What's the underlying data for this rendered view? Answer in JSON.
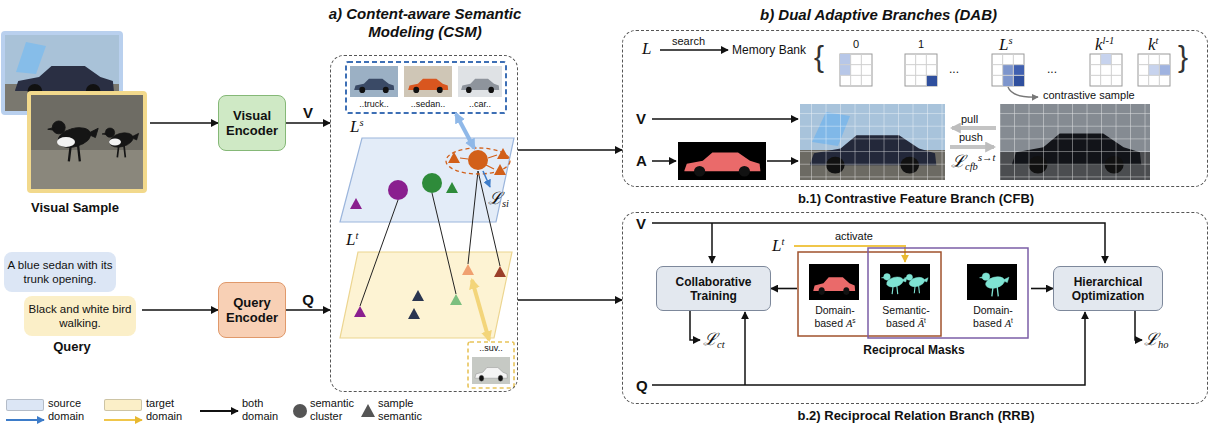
{
  "diagram": {
    "nodes": [
      {
        "text": [
          "Visual Sample"
        ]
      },
      {
        "text": [
          "Visual Encoder"
        ]
      },
      {
        "text": [
          "Query"
        ]
      },
      {
        "text": [
          "A blue sedan with its trunk opening."
        ],
        "in": 2
      },
      {
        "text": [
          "Black and white bird walking."
        ],
        "in": 2
      },
      {
        "text": [
          "Query Encoder"
        ]
      },
      {
        "text": [
          "a) Content-aware Semantic Modeling (CSM)"
        ]
      },
      {
        "text": [
          "b.1) Contrastive Feature Branch (CFB)"
        ]
      },
      {
        "text": [
          "b.2) Reciprocal Relation Branch (RRB)"
        ]
      },
      {
        "text": [
          "Collaborative Training"
        ],
        "in": 8
      },
      {
        "text": [
          "Reciprocal Masks"
        ],
        "in": 8
      },
      {
        "text": [
          "Domain-based As"
        ],
        "in": 10
      },
      {
        "text": [
          "Semantic-based Āt"
        ],
        "in": 10
      },
      {
        "text": [
          "Domain-based At"
        ],
        "in": 10
      },
      {
        "text": [
          "Hierarchical Optimization"
        ],
        "in": 8
      }
    ],
    "edges": [
      {
        "from": 0,
        "to": 1,
        "arrow": "to"
      },
      {
        "from": 1,
        "to": 6,
        "label": "V",
        "arrow": "to"
      },
      {
        "from": 2,
        "to": 5,
        "arrow": "to"
      },
      {
        "from": 5,
        "to": 6,
        "label": "Q",
        "arrow": "to"
      },
      {
        "from": 6,
        "to": 7,
        "arrow": "to"
      },
      {
        "from": 6,
        "to": 8,
        "arrow": "to"
      },
      {
        "from": 10,
        "to": 9,
        "arrow": "to"
      },
      {
        "from": 10,
        "to": 14,
        "arrow": "to"
      }
    ],
    "labels": [
      "b) Dual Adaptive Branches (DAB)",
      "..truck..",
      "..sedan..",
      "..car..",
      "Ls",
      "ℒsi",
      "Lt",
      "..suv..",
      "L",
      "search",
      "Memory Bank",
      "{",
      "0",
      "1",
      "...",
      "Ls",
      "...",
      "kl-1",
      "kt",
      "}",
      "contrastive sample",
      "V",
      "A",
      "pull",
      "push",
      "ℒcfbs→t",
      "V",
      "Lt",
      "activate",
      "ℒct",
      "ℒho",
      "Q"
    ],
    "legend": [
      {
        "text": "source domain",
        "color": "#dce6f5"
      },
      {
        "text": "target domain",
        "color": "#fbefc8"
      },
      {
        "text": "both domain"
      },
      {
        "text": "semantic cluster"
      },
      {
        "text": "sample semantic"
      }
    ]
  }
}
